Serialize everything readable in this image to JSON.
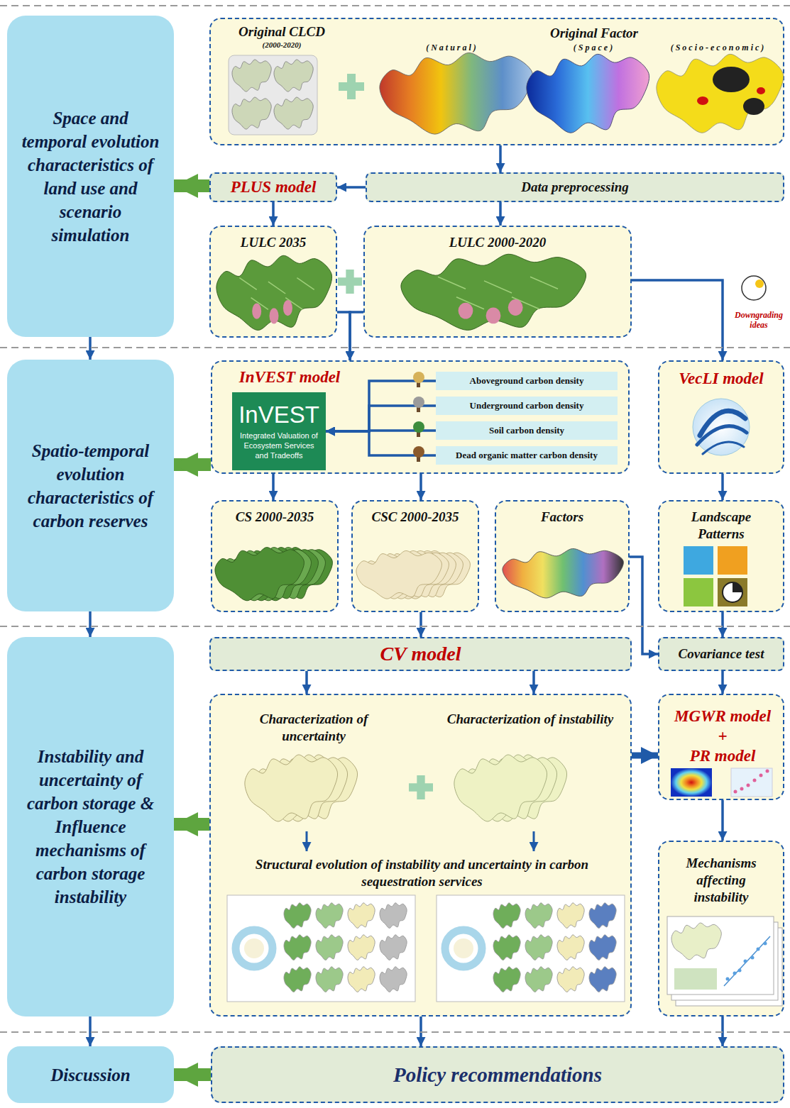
{
  "diagram": {
    "nodes": [
      {
        "text": [
          "Space and temporal evolution characteristics of land use and scenario simulation"
        ]
      },
      {
        "text": [
          "Spatio-temporal evolution characteristics of carbon reserves"
        ]
      },
      {
        "text": [
          "Instability and uncertainty of carbon storage & Influence mechanisms of carbon storage instability"
        ]
      },
      {
        "text": [
          "Discussion"
        ]
      },
      {
        "text": [
          "Original CLCD",
          "(2000-2020)",
          "(Natural)",
          "Original Factor",
          "(Space)",
          "(Socio-economic)"
        ]
      },
      {
        "text": [
          "PLUS model"
        ]
      },
      {
        "text": [
          "Data preprocessing"
        ]
      },
      {
        "text": [
          "LULC 2035"
        ]
      },
      {
        "text": [
          "LULC 2000-2020"
        ]
      },
      {
        "text": [
          "InVEST model"
        ]
      },
      {
        "text": [
          "InVEST",
          "Integrated Valuation of Ecosystem Services and Tradeoffs"
        ],
        "in": 9
      },
      {
        "text": [
          "Aboveground carbon density"
        ],
        "in": 9
      },
      {
        "text": [
          "Underground carbon density"
        ],
        "in": 9
      },
      {
        "text": [
          "Soil carbon density"
        ],
        "in": 9
      },
      {
        "text": [
          "Dead organic matter carbon density"
        ],
        "in": 9
      },
      {
        "text": [
          "VecLI model"
        ]
      },
      {
        "text": [
          "CS 2000-2035"
        ]
      },
      {
        "text": [
          "CSC 2000-2035"
        ]
      },
      {
        "text": [
          "Factors"
        ]
      },
      {
        "text": [
          "Landscape Patterns"
        ]
      },
      {
        "text": [
          "CV model"
        ]
      },
      {
        "text": [
          "Covariance test"
        ]
      },
      {
        "text": [
          "Characterization of uncertainty",
          "Characterization of instability",
          "Structural evolution of instability and uncertainty in carbon sequestration services"
        ]
      },
      {
        "text": [
          "MGWR model",
          "+",
          "PR model"
        ]
      },
      {
        "text": [
          "Mechanisms affecting instability"
        ]
      },
      {
        "text": [
          "Policy recommendations"
        ]
      }
    ],
    "edges": [
      {
        "from": 4,
        "to": 6,
        "arrow": "to"
      },
      {
        "from": 6,
        "to": 5,
        "arrow": "to"
      },
      {
        "from": 5,
        "to": 7,
        "arrow": "to"
      },
      {
        "from": 6,
        "to": 8,
        "arrow": "to"
      },
      {
        "from": 5,
        "to": 0,
        "arrow": "to"
      },
      {
        "from": 0,
        "to": 1,
        "arrow": "to"
      },
      {
        "from": 1,
        "to": 2,
        "arrow": "to"
      },
      {
        "from": 2,
        "to": 3,
        "arrow": "to"
      },
      {
        "from": 7,
        "to": 9,
        "arrow": "to"
      },
      {
        "from": 8,
        "to": 9,
        "arrow": "to"
      },
      {
        "from": 8,
        "to": 15,
        "arrow": "to"
      },
      {
        "from": 11,
        "to": 10,
        "arrow": "to"
      },
      {
        "from": 12,
        "to": 10,
        "arrow": "to"
      },
      {
        "from": 13,
        "to": 10,
        "arrow": "to"
      },
      {
        "from": 14,
        "to": 10,
        "arrow": "to"
      },
      {
        "from": 9,
        "to": 1,
        "arrow": "to"
      },
      {
        "from": 9,
        "to": 16,
        "arrow": "to"
      },
      {
        "from": 9,
        "to": 17,
        "arrow": "to"
      },
      {
        "from": 15,
        "to": 19,
        "arrow": "to"
      },
      {
        "from": 17,
        "to": 20,
        "arrow": "to"
      },
      {
        "from": 18,
        "to": 21,
        "arrow": "to"
      },
      {
        "from": 19,
        "to": 21,
        "arrow": "to"
      },
      {
        "from": 20,
        "to": 22,
        "arrow": "to"
      },
      {
        "from": 20,
        "to": 22,
        "arrow": "to"
      },
      {
        "from": 21,
        "to": 23,
        "arrow": "to"
      },
      {
        "from": 22,
        "to": 23,
        "arrow": "to"
      },
      {
        "from": 22,
        "to": 2,
        "arrow": "to"
      },
      {
        "from": 23,
        "to": 24,
        "arrow": "to"
      },
      {
        "from": 22,
        "to": 25,
        "arrow": "to"
      },
      {
        "from": 24,
        "to": 25,
        "arrow": "to"
      },
      {
        "from": 25,
        "to": 3,
        "arrow": "to"
      }
    ],
    "labels": [
      "Downgrading ideas"
    ]
  }
}
